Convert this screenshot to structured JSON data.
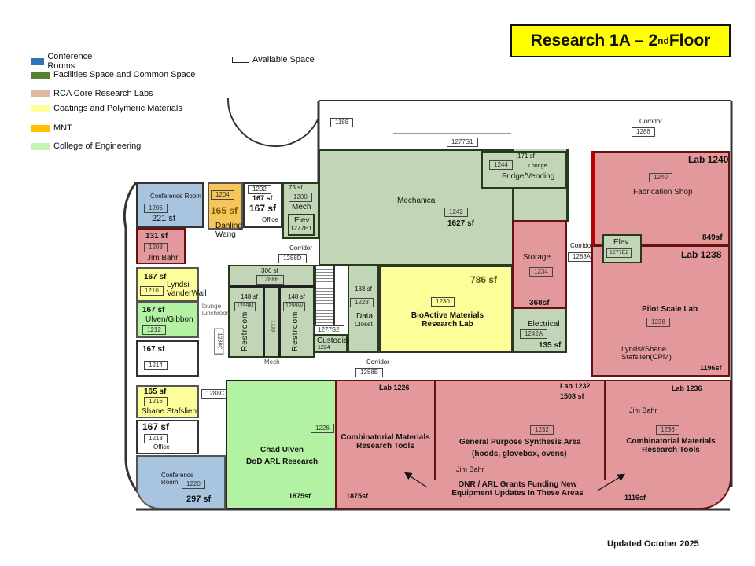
{
  "title": {
    "main": "Research 1A – 2",
    "sup": "nd",
    "rest": " Floor"
  },
  "legend": [
    {
      "label": "Conference Rooms",
      "color": "#2e75b6"
    },
    {
      "label": "Facilities Space and Common Space",
      "color": "#548235"
    },
    {
      "label": "RCA Core Research Labs",
      "color": "#e0b8a0"
    },
    {
      "label": "Coatings and Polymeric Materials",
      "color": "#ffff99"
    },
    {
      "label": "MNT",
      "color": "#ffc000"
    },
    {
      "label": "College of Engineering",
      "color": "#c6f5b8"
    }
  ],
  "available": "Available Space",
  "updated": "Updated October 2025",
  "rooms": {
    "r1188": "1188",
    "r1277s1": "1277S1",
    "r1288": "1288",
    "corridor": "Corridor",
    "r1206": {
      "type": "Conference Room",
      "num": "1206",
      "sf": "221 sf"
    },
    "r1208": {
      "sf": "131 sf",
      "num": "1208",
      "who": "Jim Bahr"
    },
    "r1210": {
      "sf": "167 sf",
      "num": "1210",
      "who": "Lyndsi VanderWall"
    },
    "r1212": {
      "sf": "167 sf",
      "num": "1212",
      "who": "Ulven/Gibbon"
    },
    "r1214": {
      "sf": "167 sf",
      "num": "1214"
    },
    "r1216": {
      "sf": "165 sf",
      "num": "1216",
      "who": "Shane Stafslien"
    },
    "r1218": {
      "sf": "167 sf",
      "num": "1218",
      "type": "Office"
    },
    "r1220": {
      "type": "Conference Room",
      "num": "1220",
      "sf": "297 sf"
    },
    "r1204": {
      "num": "1204",
      "sf": "165 sf",
      "who": "Danling Wang"
    },
    "r1202": {
      "num": "1202",
      "sf_small": "167 sf",
      "sf": "167 sf",
      "type": "Office"
    },
    "r1200": {
      "sf": "75 sf",
      "num": "1200",
      "type": "Mech"
    },
    "r1277e1": {
      "type": "Elev",
      "num": "1277E1"
    },
    "r1288d": "1288D",
    "r1288c": "1288C",
    "r1288e": {
      "sf": "306 sf",
      "num": "1288E"
    },
    "r1299m": {
      "sf": "148 sf",
      "num": "1299M",
      "type": "Restroom"
    },
    "r1299w": {
      "sf": "148 sf",
      "num": "1299W",
      "type": "Restroom"
    },
    "r1222": "1222",
    "lounge": "lounge lunchroom",
    "r1277s2": "1277S2",
    "r1224": {
      "num": "1224",
      "type": "Custodial"
    },
    "mech_label": "Mech",
    "r1228": {
      "sf": "183 sf",
      "num": "1228",
      "type": "Data",
      "sub": "Closet"
    },
    "r1230": {
      "sf": "786 sf",
      "num": "1230",
      "name": "BioActive Materials Research Lab"
    },
    "r1242": {
      "type": "Mechanical",
      "num": "1242",
      "sf": "1627 sf"
    },
    "r1244": {
      "sf": "171 sf",
      "num": "1244",
      "type": "Lounge",
      "name": "Fridge/Vending"
    },
    "r1234": {
      "type": "Storage",
      "num": "1234",
      "sf": "368sf"
    },
    "r1242a": {
      "type": "Electrical",
      "num": "1242A",
      "sf": "135 sf"
    },
    "r1288a": "1288A",
    "r1288b": "1288B",
    "r1277e2": {
      "type": "Elev",
      "num": "1277E2"
    },
    "r1240": {
      "lab": "Lab 1240",
      "num": "1240",
      "name": "Fabrication Shop",
      "sf": "849sf"
    },
    "r1238": {
      "lab": "Lab 1238",
      "name": "Pilot Scale Lab",
      "num": "1238",
      "who": "Lyndsi/Shane Stafslien(CPM)",
      "sf": "1196sf"
    },
    "r1226a": {
      "num": "1226",
      "who": "Chad  Ulven",
      "name": "DoD ARL Research",
      "sf": "1875sf"
    },
    "r1226": {
      "lab": "Lab 1226",
      "name": "Combinatorial Materials Research Tools",
      "sf": "1875sf"
    },
    "r1232": {
      "lab": "Lab 1232",
      "sf": "1508 sf",
      "num": "1232",
      "name": "General Purpose Synthesis Area",
      "sub": "(hoods, glovebox, ovens)",
      "who": "Jim Bahr"
    },
    "r1236": {
      "lab": "Lab 1236",
      "who": "Jim Bahr",
      "num": "1236",
      "name": "Combinatorial Materials Research Tools",
      "sf": "1116sf"
    },
    "note": "ONR / ARL Grants Funding New Equipment Updates In These Areas"
  }
}
